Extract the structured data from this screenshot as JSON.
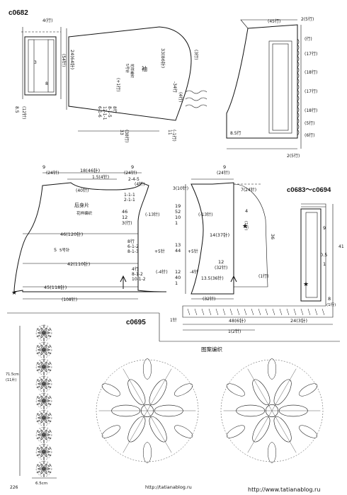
{
  "headers": {
    "c0682": "c0682",
    "c0683_range": "c0683～c0694",
    "c0695": "c0695"
  },
  "back": {
    "title": "后身片",
    "pattern": "花样编织",
    "top_width_left": "9",
    "top_width_left_st": "(24针)",
    "top_width_right": "9",
    "top_width_right_st": "(24针)",
    "neck": "18(46针)",
    "neck_depth": "1.5(4针)",
    "neck_st": "(40针)",
    "dec_a": "2-4-5",
    "dec_a2": "(4针)",
    "dec_b1": "1-1-1",
    "dec_b2": "2-1-1",
    "bust": "46(120针)",
    "rows_46": "46",
    "rows_12": "12",
    "rows_3": "3(行)",
    "dec_13": "(-13针)",
    "mid_8": "8行",
    "mid_r1": "6-1-2",
    "mid_r2": "8-1-3",
    "cm5": "5",
    "cm5_row": "5号针",
    "waist": "42(110针)",
    "plus5": "+5针",
    "low_4": "4行",
    "low_r1": "8-1-2",
    "low_r2": "10-1-2",
    "minus4": "(-4针)",
    "hem": "45(118针)",
    "hem_total": "(108针)"
  },
  "front": {
    "top": "9",
    "top_st": "(24针)",
    "shoulder": "3(10针)",
    "n19": "19",
    "n52": "52",
    "n10": "10",
    "n1": "1",
    "dec_13": "(-13针)",
    "w14": "14(37针)",
    "n13": "13",
    "n44": "44",
    "n12": "12",
    "n40": "40",
    "n1b": "1",
    "plus5": "+5针",
    "minus4": "-4针",
    "w12": "12",
    "w32": "(32针)",
    "w135": "13.5(36针)",
    "w32b": "(32针)",
    "r7": "7(24针)",
    "n4": "4",
    "n1row": "(1行)",
    "big": "36",
    "row1": "(1行)"
  },
  "band": {
    "w48": "48(6针)",
    "w24": "24(3针)",
    "n1a": "1针",
    "n1b": "1(2针)",
    "r9": "9",
    "r05": "0.5",
    "r1": "1",
    "r8": "8",
    "r8b": "(1行)",
    "r41": "41"
  },
  "sleeve": {
    "title": "袖",
    "pattern": "花样编织",
    "needle": "5号针",
    "len": "24(64针)",
    "len2": "33(86针)",
    "rows1": "(+1行)",
    "cap": "(3行)",
    "cap2": "-34行",
    "dec_1": "8行",
    "dec_2": "8-1-5",
    "dec_3": "12-1-1",
    "dec_4": "6-1-6",
    "n33": "33",
    "n38": "(38行)",
    "bot": "11",
    "bot2": "(-1行)",
    "n85": "8.5",
    "n12": "(12针)",
    "n3": "3",
    "n8": "8",
    "n54": "(54针)",
    "n4": "4(行)",
    "rows_side": "(4行)"
  },
  "collar": {
    "top": "(45行)",
    "top2": "2(5行)",
    "r1": "(行)",
    "r2": "(17行)",
    "r3": "(18行)",
    "r4": "(17行)",
    "r5": "(18行)",
    "r6": "(5行)",
    "r7": "(6行)",
    "bot": "2(5行)",
    "n85": "8.5行"
  },
  "motif": {
    "title": "图案编织",
    "strip_w": "6.5cm",
    "strip_h": "71.5cm",
    "strip_h2": "(11片)"
  },
  "footer": {
    "page": "226",
    "url": "http://tatianablog.ru",
    "url2": "http://www.tatianablog.ru"
  }
}
